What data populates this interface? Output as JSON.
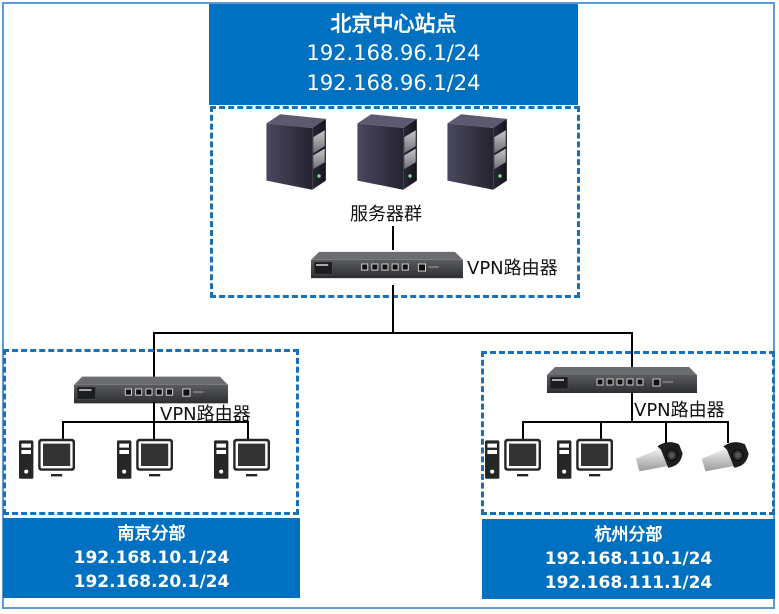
{
  "hq": {
    "name": "北京中心站点",
    "subnets": [
      "192.168.96.1/24",
      "192.168.96.1/24"
    ],
    "server_group_label": "服务器群",
    "router_label": "VPN路由器",
    "servers": [
      "server",
      "server",
      "server"
    ]
  },
  "branches": [
    {
      "name": "南京分部",
      "subnets": [
        "192.168.10.1/24",
        "192.168.20.1/24"
      ],
      "router_label": "VPN路由器",
      "devices": [
        "desktop-computer",
        "desktop-computer",
        "desktop-computer"
      ]
    },
    {
      "name": "杭州分部",
      "subnets": [
        "192.168.110.1/24",
        "192.168.111.1/24"
      ],
      "router_label": "VPN路由器",
      "devices": [
        "desktop-computer",
        "desktop-computer",
        "ip-camera",
        "ip-camera"
      ]
    }
  ],
  "colors": {
    "site_box": "#0070c0",
    "zone_border": "#1a6fb5",
    "frame": "#5b9bd5",
    "link": "#000000"
  }
}
